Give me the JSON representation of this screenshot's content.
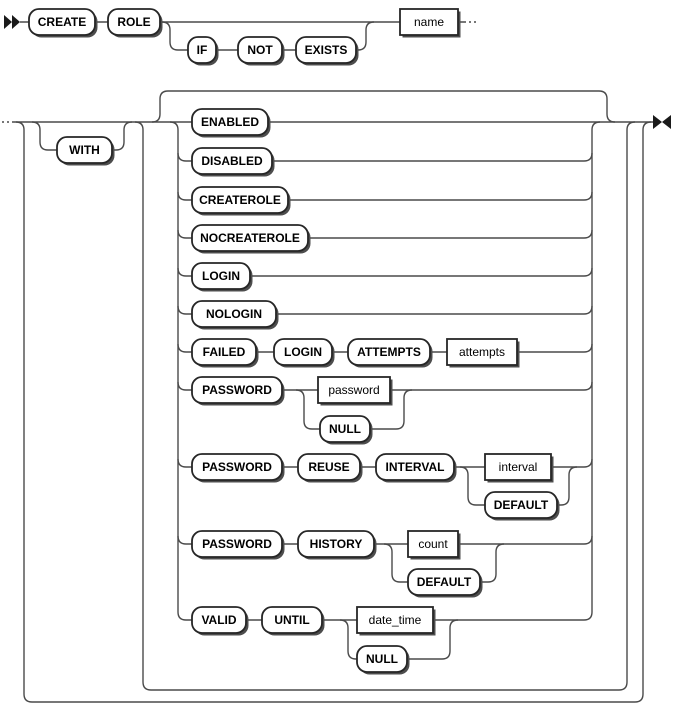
{
  "diagram": {
    "kind": "railroad-syntax-diagram",
    "statement": "CREATE ROLE",
    "colors": {
      "background": "#ffffff",
      "line": "#4a4a4a",
      "box_border": "#262626",
      "box_fill": "#ffffff",
      "box_shadow": "#4d4d4d",
      "text": "#000000"
    },
    "line1": {
      "start_marker": "railroad-start",
      "create": "CREATE",
      "role": "ROLE",
      "if_kw": "IF",
      "not_kw": "NOT",
      "exists_kw": "EXISTS",
      "name_var": "name",
      "wrap": "···"
    },
    "line2": {
      "wrap": "···",
      "with_kw": "WITH",
      "end_marker": "railroad-end",
      "opt": {
        "enabled": "ENABLED",
        "disabled": "DISABLED",
        "createrole": "CREATEROLE",
        "nocreaterole": "NOCREATEROLE",
        "login": "LOGIN",
        "nologin": "NOLOGIN",
        "failed": "FAILED",
        "login2": "LOGIN",
        "attempts_kw": "ATTEMPTS",
        "attempts_var": "attempts",
        "password_kw": "PASSWORD",
        "password_var": "password",
        "null_kw": "NULL",
        "reuse_kw": "REUSE",
        "interval_kw": "INTERVAL",
        "interval_var": "interval",
        "default_kw": "DEFAULT",
        "history_kw": "HISTORY",
        "count_var": "count",
        "default2_kw": "DEFAULT",
        "valid_kw": "VALID",
        "until_kw": "UNTIL",
        "datetime_var": "date_time",
        "null2_kw": "NULL"
      }
    }
  }
}
